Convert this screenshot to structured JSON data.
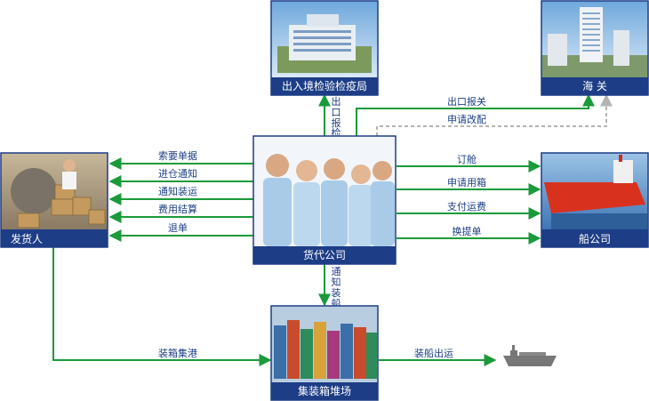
{
  "nodes": {
    "inspection": "出入境检验检疫局",
    "customs": "海 关",
    "shipper": "发货人",
    "forwarder": "货代公司",
    "carrier": "船公司",
    "yard": "集装箱堆场"
  },
  "edges": {
    "fwd_to_shipper_1": "索要单据",
    "fwd_to_shipper_2": "进仓通知",
    "fwd_to_shipper_3": "通知装运",
    "fwd_to_shipper_4": "费用结算",
    "fwd_to_shipper_5": "退单",
    "fwd_to_inspection": [
      "出",
      "口",
      "报",
      "检"
    ],
    "fwd_to_customs_1": "出口报关",
    "fwd_to_customs_2": "申请改配",
    "fwd_to_carrier_1": "订舱",
    "fwd_to_carrier_2": "申请用箱",
    "fwd_to_carrier_3": "支付运费",
    "fwd_to_carrier_4": "换提单",
    "fwd_to_yard": [
      "通",
      "知",
      "装",
      "船"
    ],
    "shipper_to_yard": "装箱集港",
    "yard_to_ship": "装船出运"
  },
  "colors": {
    "arrow": "#1a9a3a",
    "dashed": "#b3b3b3",
    "label_bar": "#1d3d86",
    "edge_text": "#1c3f86"
  }
}
